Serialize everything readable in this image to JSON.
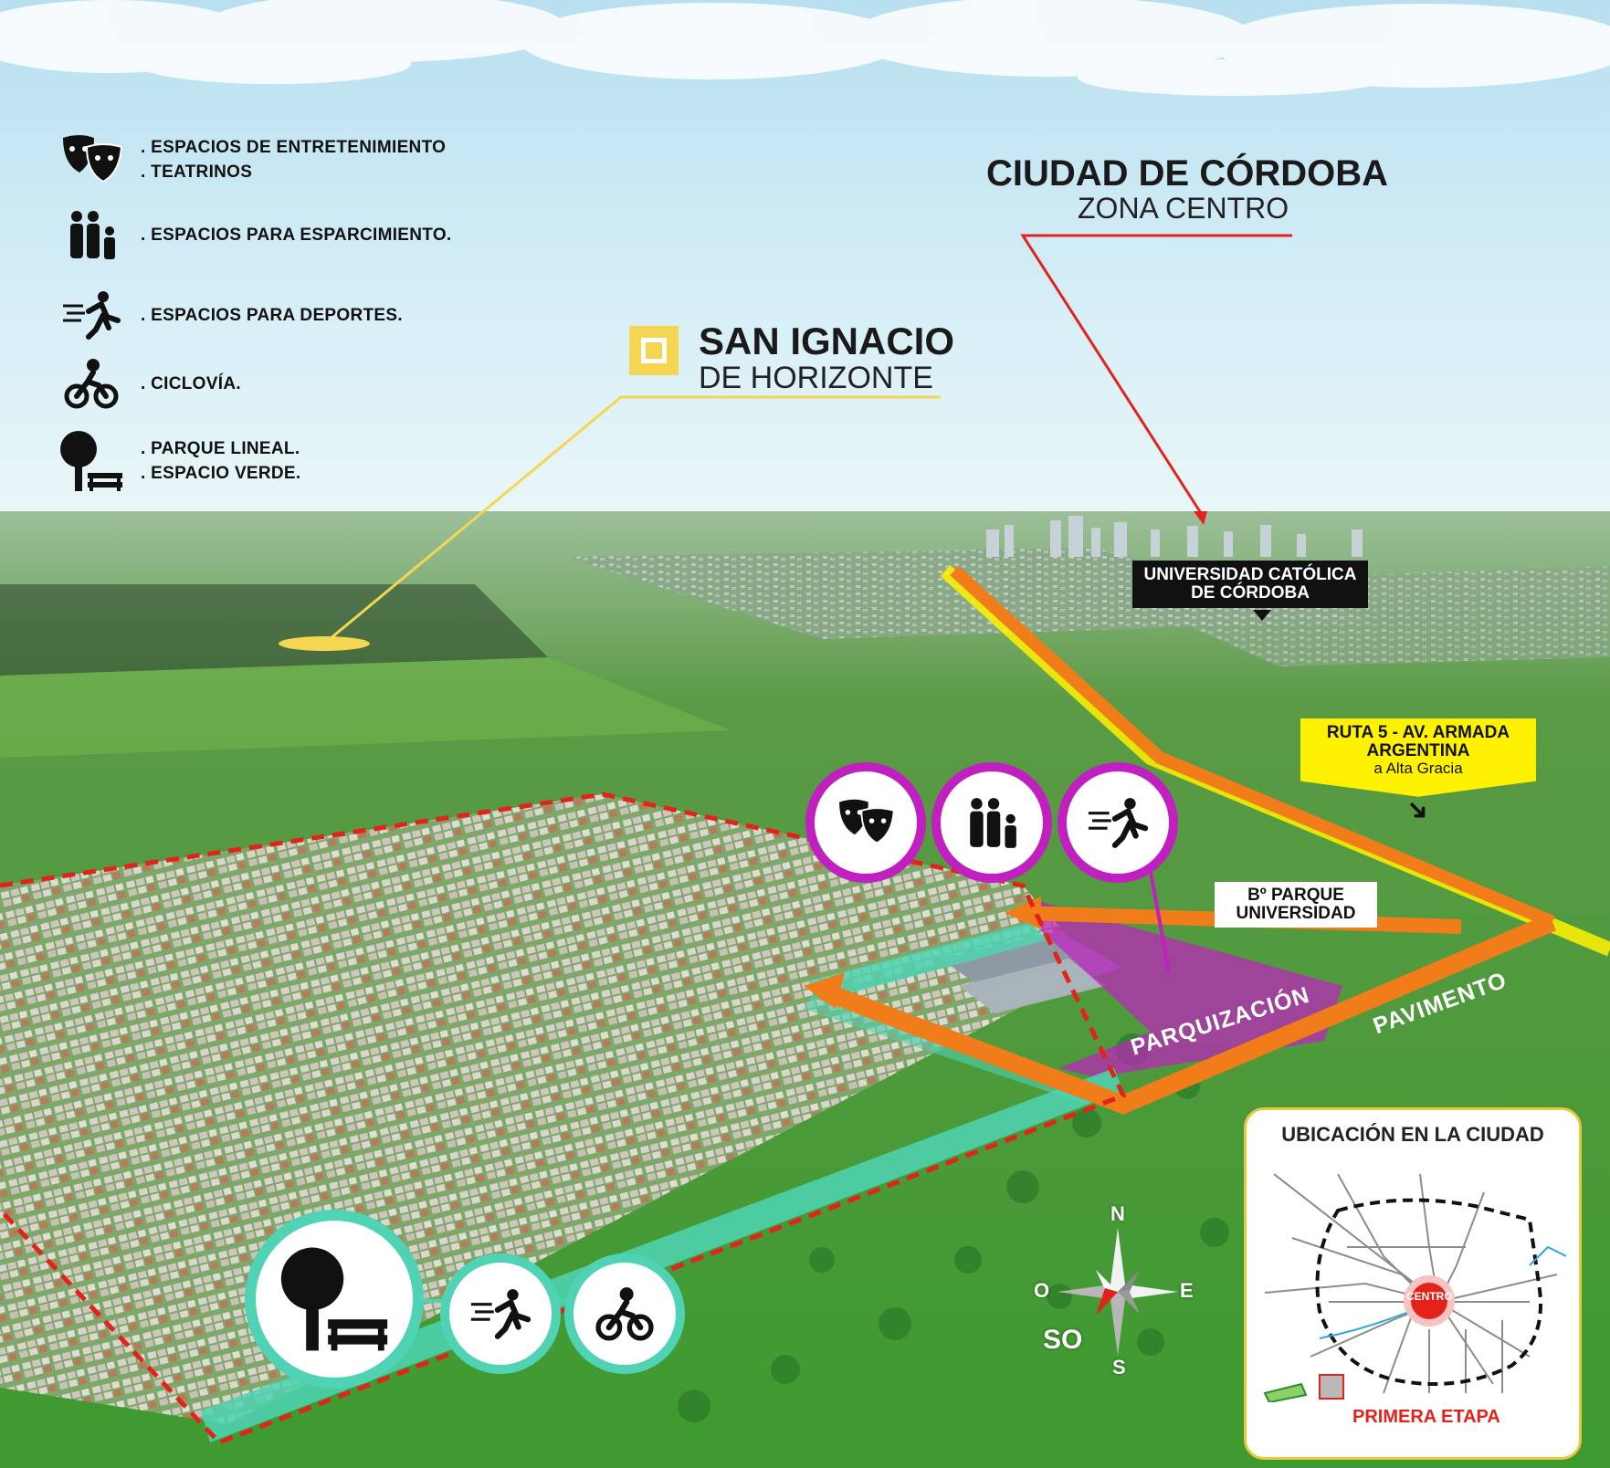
{
  "legend": [
    {
      "icon": "theater-masks-icon",
      "lines": [
        ". ESPACIOS DE ENTRETENIMIENTO",
        ". TEATRINOS"
      ]
    },
    {
      "icon": "family-icon",
      "lines": [
        ". ESPACIOS PARA ESPARCIMIENTO."
      ]
    },
    {
      "icon": "runner-icon",
      "lines": [
        ". ESPACIOS PARA DEPORTES."
      ]
    },
    {
      "icon": "cyclist-icon",
      "lines": [
        ". CICLOVÍA."
      ]
    },
    {
      "icon": "tree-bench-icon",
      "lines": [
        ". PARQUE LINEAL.",
        ". ESPACIO VERDE."
      ]
    }
  ],
  "san_ignacio": {
    "title": "SAN IGNACIO",
    "subtitle": "DE HORIZONTE",
    "color": "#f5d652"
  },
  "cordoba": {
    "title": "CIUDAD DE CÓRDOBA",
    "subtitle": "ZONA CENTRO",
    "line_color": "#e3231b"
  },
  "labels": {
    "universidad": [
      "UNIVERSIDAD CATÓLICA",
      "DE CÓRDOBA"
    ],
    "ruta": [
      "RUTA 5 - AV. ARMADA",
      "ARGENTINA"
    ],
    "ruta_sub": "a Alta Gracia",
    "parque_universidad": [
      "Bº PARQUE",
      "UNIVERSIDAD"
    ],
    "parquizacion": "PARQUIZACIÓN",
    "pavimento": "PAVIMENTO"
  },
  "compass": {
    "n": "N",
    "s": "S",
    "e": "E",
    "o": "O",
    "so": "SO"
  },
  "inset": {
    "title": "UBICACIÓN EN LA CIUDAD",
    "centro": "CENTRO",
    "primera_etapa": "PRIMERA ETAPA"
  },
  "colors": {
    "orange": "#f07d1a",
    "magenta": "#c020c0",
    "teal": "#4fd3b4",
    "red_dash": "#e3231b",
    "yellow": "#fff200",
    "grass": "#4fa23a"
  }
}
